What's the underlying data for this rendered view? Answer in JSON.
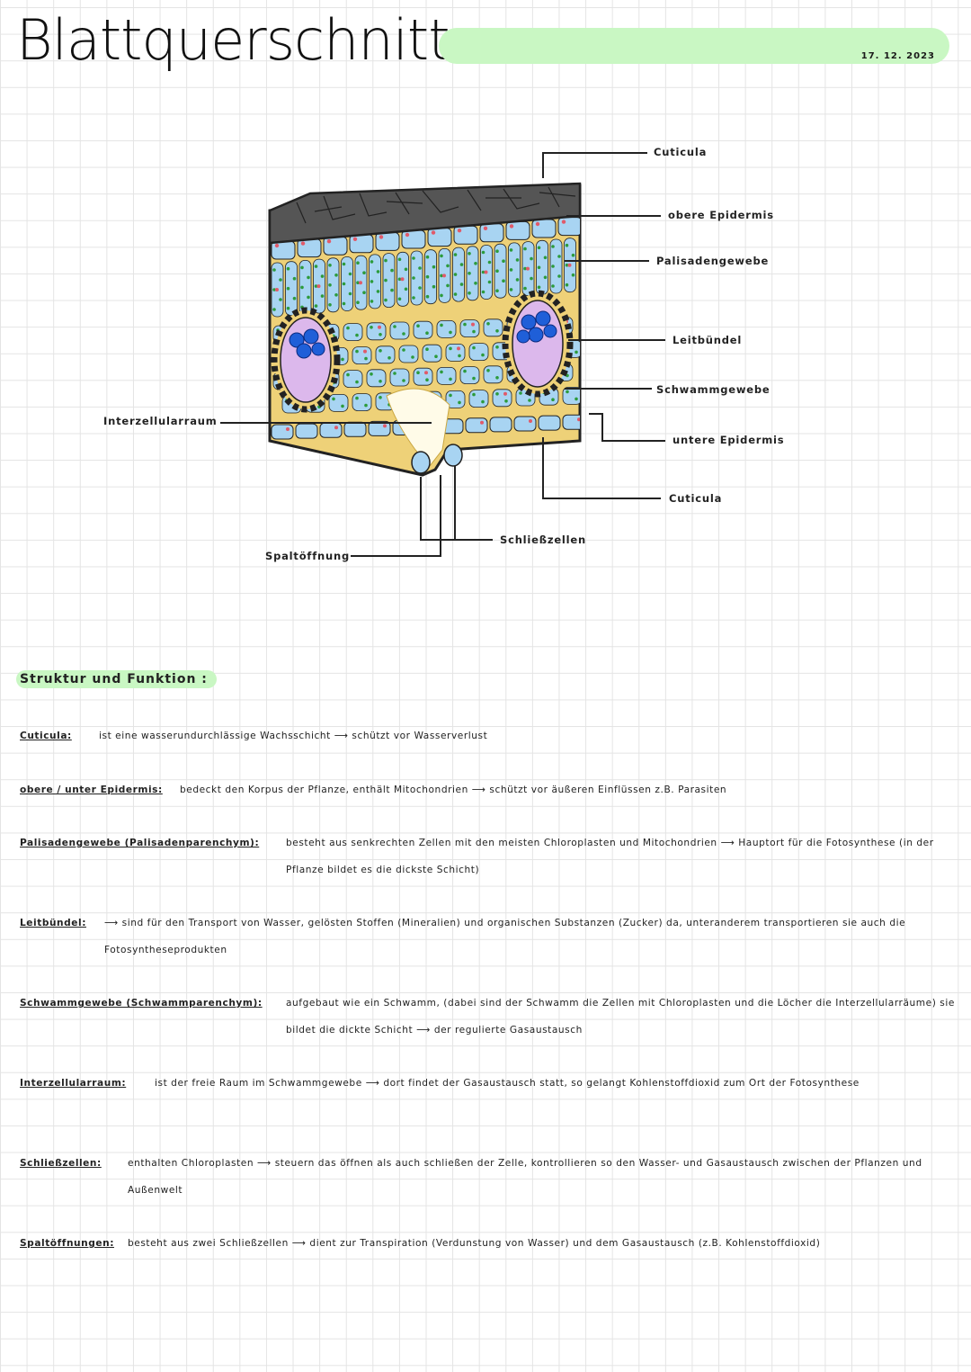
{
  "header": {
    "title": "Blattquerschnitt",
    "date": "17. 12. 2023"
  },
  "diagram": {
    "labels": {
      "cuticula_top": "Cuticula",
      "upper_epidermis": "obere Epidermis",
      "palisade": "Palisadengewebe",
      "vascular_bundle": "Leitbündel",
      "spongy": "Schwammgewebe",
      "lower_epidermis": "untere Epidermis",
      "cuticula_bottom": "Cuticula",
      "guard_cells": "Schließzellen",
      "stoma": "Spaltöffnung",
      "intercellular": "Interzellularraum"
    },
    "colors": {
      "cuticula": "#555555",
      "epidermis": "#a8d4f2",
      "matrix": "#eed178",
      "chloroplast": "#2c9b3c",
      "mitochondria": "#e05a6a",
      "xylem": "#1f5fd8",
      "phloem": "#dcb8ec",
      "bundle_sheath": "#222222"
    }
  },
  "section": {
    "title": "Struktur und Funktion :"
  },
  "entries": [
    {
      "term": "Cuticula:",
      "text": "ist eine wasserundurchlässige Wachsschicht ⟶ schützt vor Wasserverlust"
    },
    {
      "term": "obere / unter Epidermis:",
      "text": "bedeckt den Korpus der Pflanze, enthält Mitochondrien ⟶ schützt vor äußeren Einflüssen z.B. Parasiten"
    },
    {
      "term": "Palisadengewebe (Palisadenparenchym):",
      "text": "besteht aus senkrechten Zellen mit den meisten Chloroplasten und Mitochondrien ⟶ Hauptort für die Fotosynthese (in der Pflanze bildet es die dickste Schicht)"
    },
    {
      "term": "Leitbündel:",
      "text": "⟶ sind für den Transport von Wasser, gelösten Stoffen (Mineralien) und organischen Substanzen (Zucker) da, unteranderem transportieren sie auch die Fotosyntheseprodukten"
    },
    {
      "term": "Schwammgewebe (Schwammparenchym):",
      "text": "aufgebaut wie ein Schwamm, (dabei sind der Schwamm die Zellen mit Chloroplasten und die Löcher die Interzellularräume) sie bildet die dickte Schicht ⟶ der regulierte Gasaustausch"
    },
    {
      "term": "Interzellularraum:",
      "text": "ist der freie Raum im Schwammgewebe ⟶ dort findet der Gasaustausch statt, so gelangt Kohlenstoffdioxid zum Ort der Fotosynthese"
    },
    {
      "term": "Schließzellen:",
      "text": "enthalten Chloroplasten ⟶ steuern das öffnen als auch schließen der Zelle, kontrollieren so den Wasser- und Gasaustausch zwischen der Pflanzen und Außenwelt"
    },
    {
      "term": "Spaltöffnungen:",
      "text": "besteht aus zwei Schließzellen ⟶ dient zur Transpiration (Verdunstung von Wasser) und dem Gasaustausch (z.B. Kohlenstoffdioxid)"
    }
  ]
}
